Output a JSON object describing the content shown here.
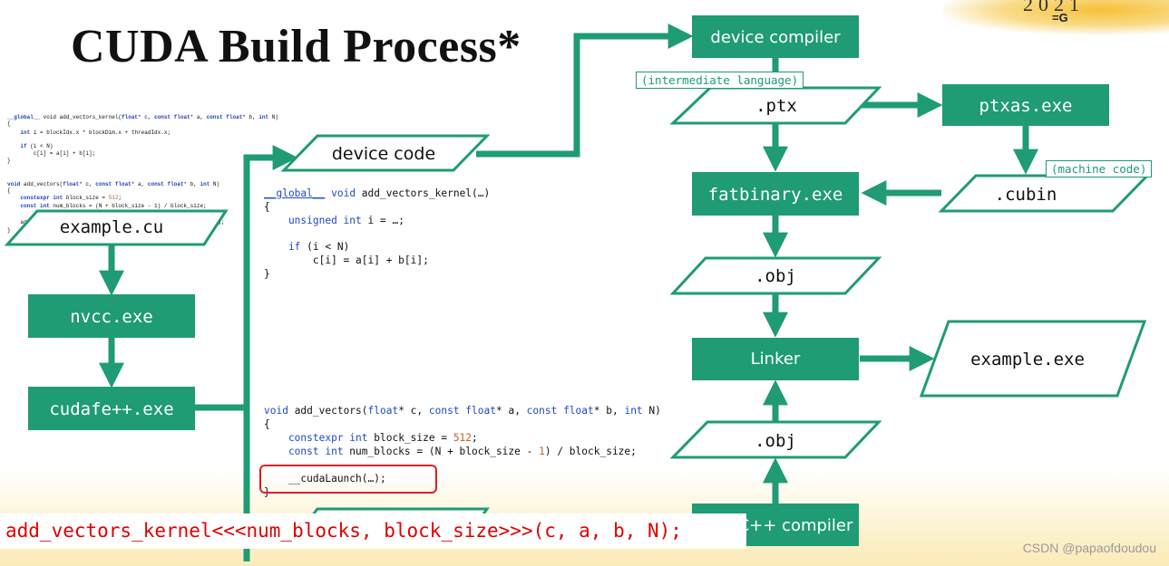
{
  "title": "CUDA Build Process*",
  "corner": {
    "year": "2021",
    "mark": "=G"
  },
  "colors": {
    "accent": "#1f9b76",
    "highlight": "#e41c22",
    "launch_text": "#e00000"
  },
  "nodes": {
    "example_cu": "example.cu",
    "nvcc": "nvcc.exe",
    "cudafe": "cudafe++.exe",
    "device_code": "device code",
    "device_compiler": "device compiler",
    "ptx": ".ptx",
    "ptxas": "ptxas.exe",
    "cubin": ".cubin",
    "fatbinary": "fatbinary.exe",
    "obj_top": ".obj",
    "linker": "Linker",
    "example_exe": "example.exe",
    "obj_bottom": ".obj",
    "cpp_compiler": "C++ compiler"
  },
  "notes": {
    "intermediate": "(intermediate language)",
    "machine": "(machine code)"
  },
  "small_code": {
    "l1a": "__global__",
    "l1b": " void add_vectors_kernel(",
    "l1c": "float",
    "l1d": "* c, ",
    "l1e": "const float",
    "l1f": "* a, ",
    "l1g": "const float",
    "l1h": "* b, ",
    "l1i": "int",
    "l1j": " N)",
    "l2": "{",
    "l3a": "    int",
    "l3b": " i = blockIdx.x * blockDim.x + threadIdx.x;",
    "l4a": "    if",
    "l4b": " (i < N)",
    "l5": "        c[i] = a[i] + b[i];",
    "l6": "}",
    "l7a": "void",
    "l7b": " add_vectors(",
    "l7c": "float",
    "l7d": "* c, ",
    "l7e": "const float",
    "l7f": "* a, ",
    "l7g": "const float",
    "l7h": "* b, ",
    "l7i": "int",
    "l7j": " N)",
    "l8": "{",
    "l9a": "    constexpr int",
    "l9b": " block_size = ",
    "l9c": "512",
    "l9d": ";",
    "l10a": "    const int",
    "l10b": " num_blocks = (N + block_size - 1) / block_size;",
    "l11": "    add",
    "l11b": "b, N);",
    "l12": "}"
  },
  "device_code_listing": {
    "l1a": "__global__",
    "l1b": " ",
    "l1c": "void",
    "l1d": " add_vectors_kernel(…)",
    "l2": "{",
    "l3a": "    unsigned int",
    "l3b": " i = …;",
    "l4a": "    if",
    "l4b": " (i < N)",
    "l5": "        c[i] = a[i] + b[i];",
    "l6": "}"
  },
  "host_code_listing": {
    "l1a": "void",
    "l1b": " add_vectors(",
    "l1c": "float",
    "l1d": "* c, ",
    "l1e": "const float",
    "l1f": "* a, ",
    "l1g": "const float",
    "l1h": "* b, ",
    "l1i": "int",
    "l1j": " N)",
    "l2": "{",
    "l3a": "    constexpr int",
    "l3b": " block_size = ",
    "l3c": "512",
    "l3d": ";",
    "l4a": "    const int",
    "l4b": " num_blocks = (N + block_size - ",
    "l4c": "1",
    "l4d": ") / block_size;",
    "l5": "    __cudaLaunch(…);",
    "l6": "}"
  },
  "launch_line": "add_vectors_kernel<<<num_blocks, block_size>>>(c, a, b, N);",
  "watermark": "CSDN @papaofdoudou"
}
